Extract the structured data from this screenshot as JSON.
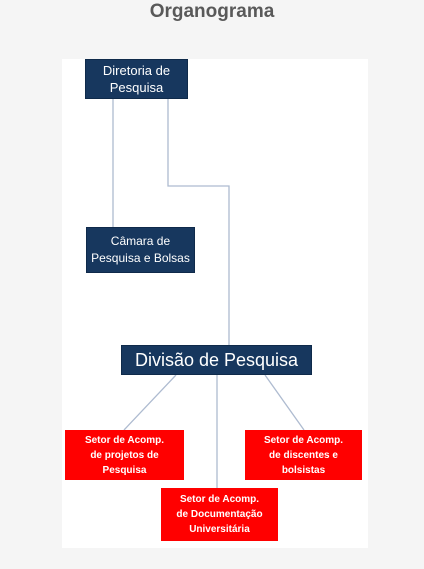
{
  "title": "Organograma",
  "colors": {
    "navy": "#17375e",
    "red": "#ff0000",
    "connector": "#aebbd0"
  },
  "nodes": {
    "diretoria": "Diretoria de\nPesquisa",
    "camara": "Câmara de\nPesquisa e Bolsas",
    "divisao": "Divisão de Pesquisa",
    "setor_projetos": "Setor de Acomp.\nde projetos de\nPesquisa",
    "setor_discentes": "Setor de Acomp.\nde discentes e\nbolsistas",
    "setor_documentacao": "Setor de Acomp.\nde Documentação\nUniversitária"
  }
}
